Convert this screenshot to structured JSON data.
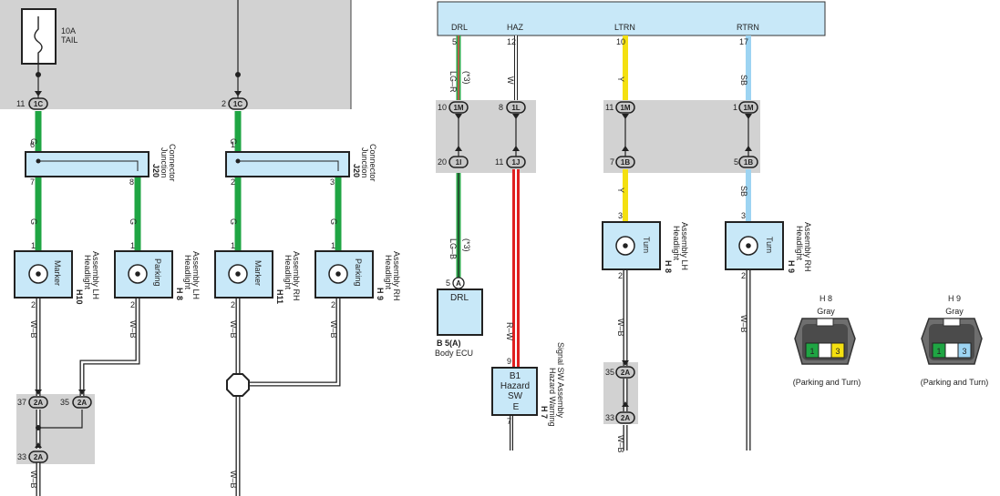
{
  "fuse": {
    "rating": "10A",
    "name": "TAIL"
  },
  "ecu_pins": {
    "drl": "DRL",
    "haz": "HAZ",
    "ltrn": "LTRN",
    "rtrn": "RTRN",
    "drl_no": "5",
    "haz_no": "12",
    "ltrn_no": "10",
    "rtrn_no": "17"
  },
  "connectors": {
    "c1": {
      "pin": "11",
      "code": "1C"
    },
    "c2": {
      "pin": "2",
      "code": "1C"
    },
    "m10": {
      "pin": "10",
      "code": "1M"
    },
    "l8": {
      "pin": "8",
      "code": "1L"
    },
    "m11": {
      "pin": "11",
      "code": "1M"
    },
    "m1": {
      "pin": "1",
      "code": "1M"
    },
    "i20": {
      "pin": "20",
      "code": "1I"
    },
    "j11": {
      "pin": "11",
      "code": "1J"
    },
    "b7": {
      "pin": "7",
      "code": "1B"
    },
    "b5": {
      "pin": "5",
      "code": "1B"
    },
    "a37": {
      "pin": "37",
      "code": "2A"
    },
    "a35l": {
      "pin": "35",
      "code": "2A"
    },
    "a33l": {
      "pin": "33",
      "code": "2A"
    },
    "a35r": {
      "pin": "35",
      "code": "2A"
    },
    "a33r": {
      "pin": "33",
      "code": "2A"
    },
    "drl_a": {
      "pin": "5",
      "code": "A"
    }
  },
  "wire_colors": {
    "g": "G",
    "wb": "W–B",
    "lgr": "LG–R",
    "lgb": "LG–B",
    "w": "W",
    "y": "Y",
    "sb": "SB",
    "rw": "R–W",
    "shield": "(*3)"
  },
  "pins": {
    "p1": "1",
    "p2": "2",
    "p3": "3",
    "p5": "5",
    "p6": "6",
    "p7": "7",
    "p8": "8",
    "p9": "9"
  },
  "junctions": {
    "j1": {
      "line1": "J20",
      "line2": "Junction",
      "line3": "Connector"
    },
    "j2": {
      "line1": "J20",
      "line2": "Junction",
      "line3": "Connector"
    }
  },
  "components": {
    "h10": {
      "function": "Marker",
      "code": "H10",
      "line1": "Headlight",
      "line2": "Assembly LH"
    },
    "h8p": {
      "function": "Parking",
      "code": "H 8",
      "line1": "Headlight",
      "line2": "Assembly LH"
    },
    "h11": {
      "function": "Marker",
      "code": "H11",
      "line1": "Headlight",
      "line2": "Assembly RH"
    },
    "h9p": {
      "function": "Parking",
      "code": "H 9",
      "line1": "Headlight",
      "line2": "Assembly RH"
    },
    "h8t": {
      "function": "Turn",
      "code": "H 8",
      "line1": "Headlight",
      "line2": "Assembly LH"
    },
    "h9t": {
      "function": "Turn",
      "code": "H 9",
      "line1": "Headlight",
      "line2": "Assembly RH"
    },
    "drl": {
      "label": "DRL",
      "code": "B 5(A)",
      "name": "Body ECU"
    },
    "hazard": {
      "title": "B1",
      "line1": "Hazard",
      "line2": "SW",
      "line3": "E",
      "code": "H 7",
      "name1": "Hazard Warning",
      "name2": "Signal SW Assembly"
    }
  },
  "connector_views": {
    "h8": {
      "code": "H 8",
      "color": "Gray",
      "caption": "(Parking and Turn)",
      "pin_a": "1",
      "pin_b": "3"
    },
    "h9": {
      "code": "H 9",
      "color": "Gray",
      "caption": "(Parking and Turn)",
      "pin_a": "1",
      "pin_b": "3"
    }
  }
}
